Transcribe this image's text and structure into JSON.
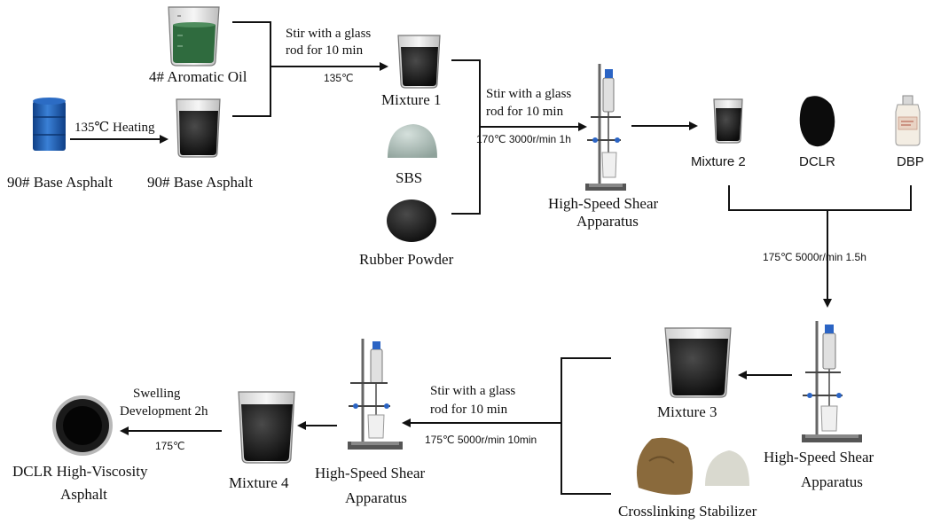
{
  "nodes": {
    "aromatic_oil": "4# Aromatic Oil",
    "base_asphalt_raw": "90# Base Asphalt",
    "base_asphalt_heated": "90# Base Asphalt",
    "mixture1": "Mixture 1",
    "sbs": "SBS",
    "rubber_powder": "Rubber Powder",
    "shear1_line1": "High-Speed Shear",
    "shear1_line2": "Apparatus",
    "mixture2": "Mixture 2",
    "dclr": "DCLR",
    "dbp": "DBP",
    "shear2_line1": "High-Speed Shear",
    "shear2_line2": "Apparatus",
    "mixture3": "Mixture 3",
    "crosslinking": "Crosslinking Stabilizer",
    "shear3_line1": "High-Speed Shear",
    "shear3_line2": "Apparatus",
    "mixture4": "Mixture 4",
    "final_line1": "DCLR High-Viscosity",
    "final_line2": "Asphalt"
  },
  "steps": {
    "heating": "135℃ Heating",
    "stir1_line1": "Stir with a glass",
    "stir1_line2": "rod for 10 min",
    "stir1_temp": "135℃",
    "stir2_line1": "Stir with a glass",
    "stir2_line2": "rod for 10 min",
    "stir2_cond": "170℃ 3000r/min 1h",
    "shear_cond": "175℃ 5000r/min 1.5h",
    "stir3_line1": "Stir with a glass",
    "stir3_line2": "rod for 10 min",
    "stir3_cond": "175℃ 5000r/min 10min",
    "swell_line1": "Swelling",
    "swell_line2": "Development 2h",
    "swell_temp": "175℃"
  },
  "colors": {
    "line": "#111111",
    "asphalt": "#1a1a1a",
    "oil": "#2f6b3e",
    "drum": "#1d5fb8",
    "sbs": "#a9b9b3",
    "stabilizer_brown": "#8a6a3c",
    "stabilizer_white": "#d9d9cf"
  },
  "icons": {
    "beaker": "beaker-icon",
    "drum": "drum-icon",
    "apparatus": "shear-apparatus-icon",
    "bottle": "bottle-icon",
    "pile": "powder-pile-icon"
  }
}
